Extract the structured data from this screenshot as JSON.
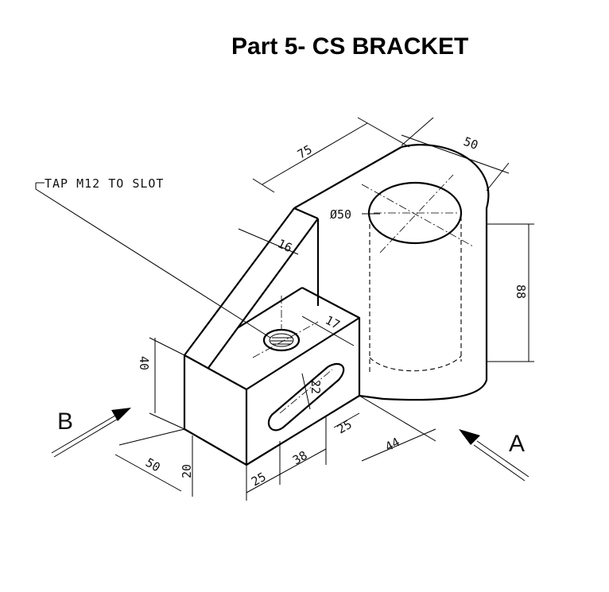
{
  "title": "Part 5- CS BRACKET",
  "note": "TAP M12 TO SLOT",
  "views": {
    "b": "B",
    "a": "A"
  },
  "dimensions": {
    "d75": "75",
    "d50_top": "50",
    "dia50": "Ø50",
    "d16": "16",
    "d88": "88",
    "d17": "17",
    "d22": "22",
    "d40": "40",
    "d50_base": "50",
    "d20": "20",
    "d25_a": "25",
    "d38": "38",
    "d25_b": "25",
    "d44": "44"
  }
}
